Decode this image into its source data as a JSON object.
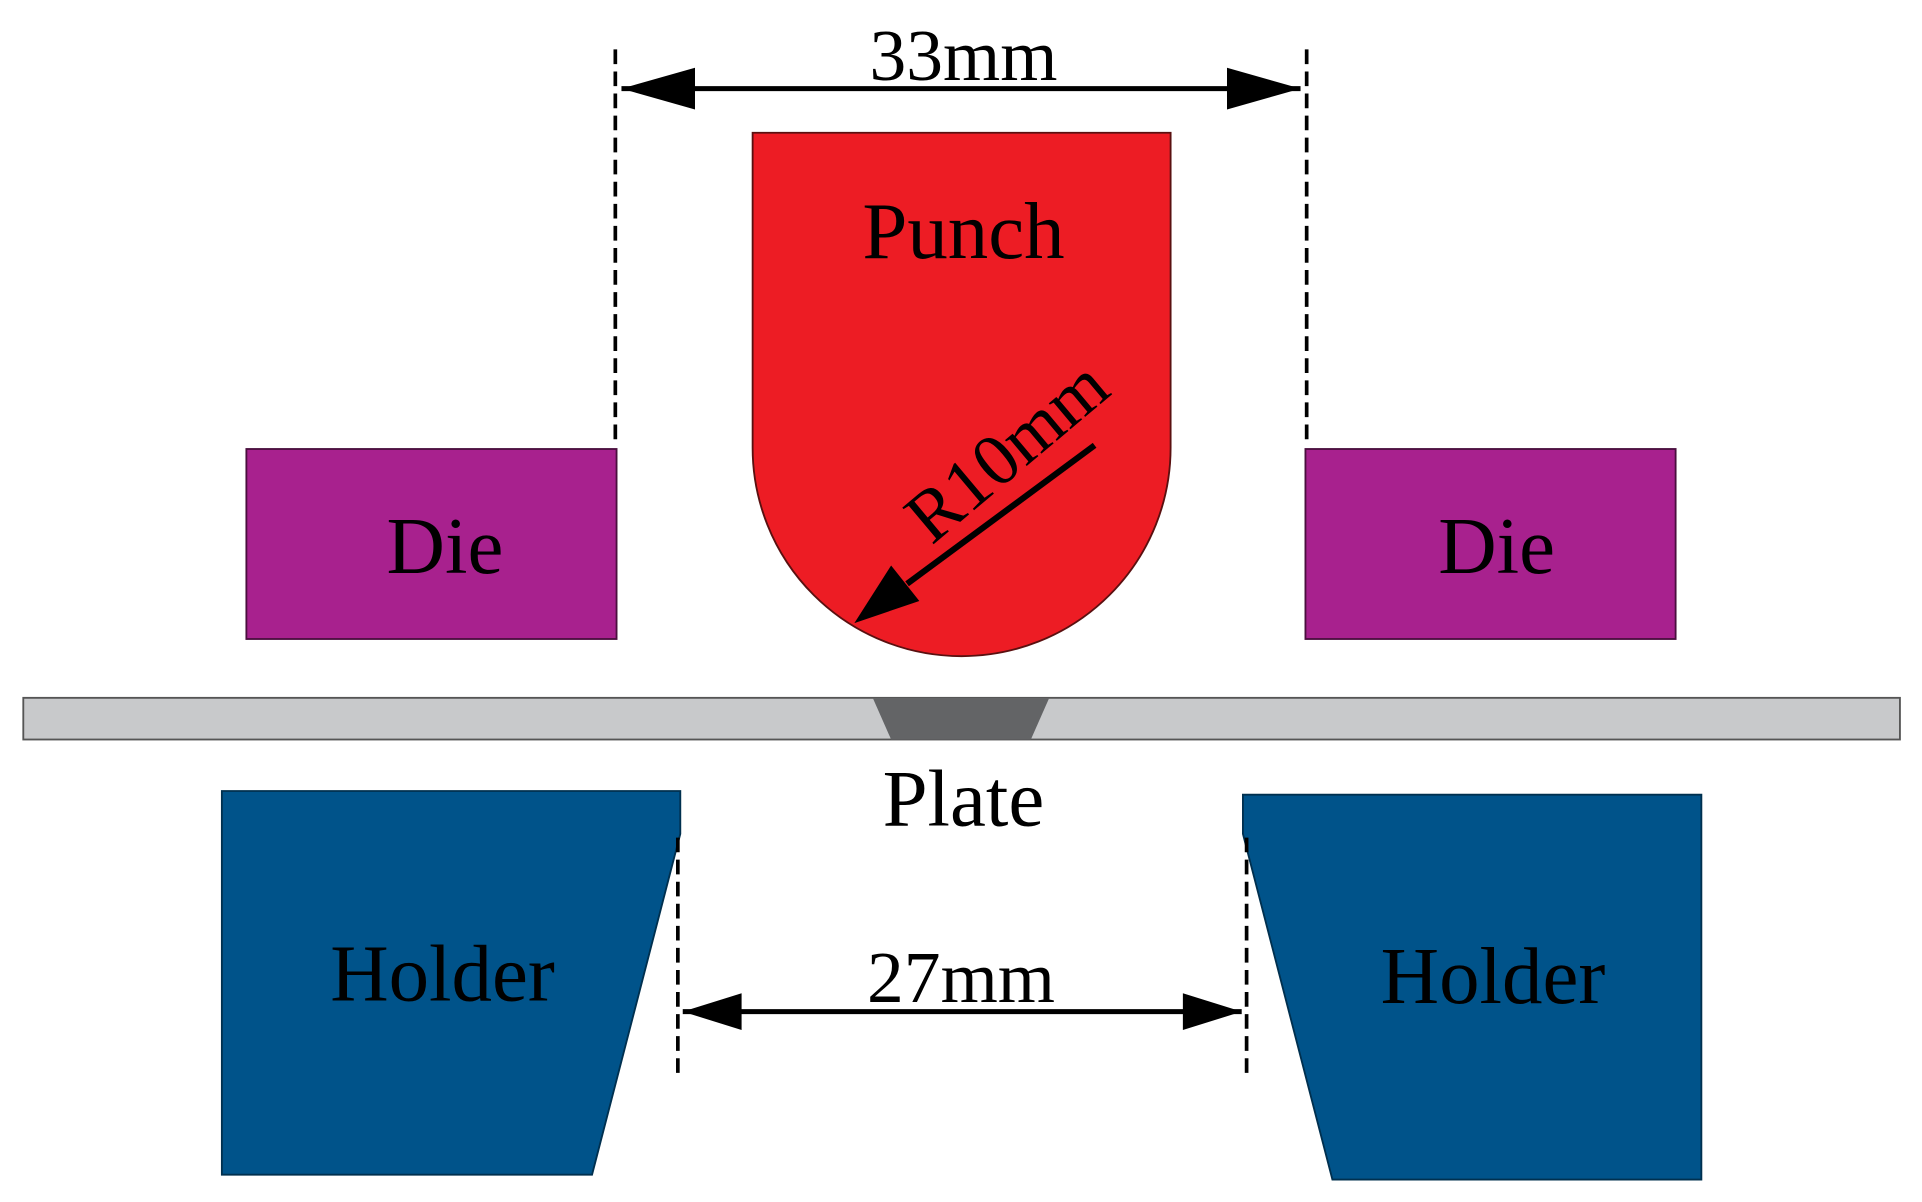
{
  "labels": {
    "punch": "Punch",
    "die_left": "Die",
    "die_right": "Die",
    "plate": "Plate",
    "holder_left": "Holder",
    "holder_right": "Holder"
  },
  "dimensions": {
    "top_gap": "33mm",
    "bottom_gap": "27mm",
    "punch_radius": "R10mm"
  },
  "colors": {
    "punch": "#ed1c24",
    "die": "#a8218e",
    "holder": "#00538a",
    "plate": "#c8c9cb",
    "weld": "#636466"
  }
}
